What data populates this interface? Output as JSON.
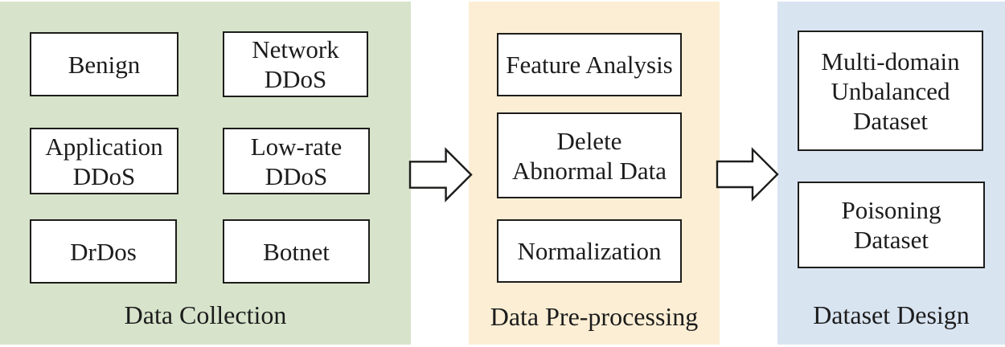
{
  "figure": {
    "type": "flow-diagram",
    "stages": [
      {
        "label": "Data Collection",
        "bg_color": "#d7e4cb",
        "boxes": [
          {
            "lines": [
              "Benign"
            ]
          },
          {
            "lines": [
              "Network",
              "DDoS"
            ]
          },
          {
            "lines": [
              "Application",
              "DDoS"
            ]
          },
          {
            "lines": [
              "Low-rate",
              "DDoS"
            ]
          },
          {
            "lines": [
              "DrDos"
            ]
          },
          {
            "lines": [
              "Botnet"
            ]
          }
        ]
      },
      {
        "label": "Data Pre-processing",
        "bg_color": "#fceed4",
        "boxes": [
          {
            "lines": [
              "Feature Analysis"
            ]
          },
          {
            "lines": [
              "Delete",
              "Abnormal Data"
            ]
          },
          {
            "lines": [
              "Normalization"
            ]
          }
        ]
      },
      {
        "label": "Dataset Design",
        "bg_color": "#d9e4f1",
        "boxes": [
          {
            "lines": [
              "Multi-domain",
              "Unbalanced",
              "Dataset"
            ]
          },
          {
            "lines": [
              "Poisoning",
              "Dataset"
            ]
          }
        ]
      }
    ],
    "arrows": [
      {
        "from": "Data Collection",
        "to": "Data Pre-processing"
      },
      {
        "from": "Data Pre-processing",
        "to": "Dataset Design"
      }
    ],
    "colors": {
      "canvas_bg": "#ffffff",
      "box_fill": "#ffffff",
      "box_border": "#1d1d1b",
      "text": "#1c1c1c"
    }
  }
}
